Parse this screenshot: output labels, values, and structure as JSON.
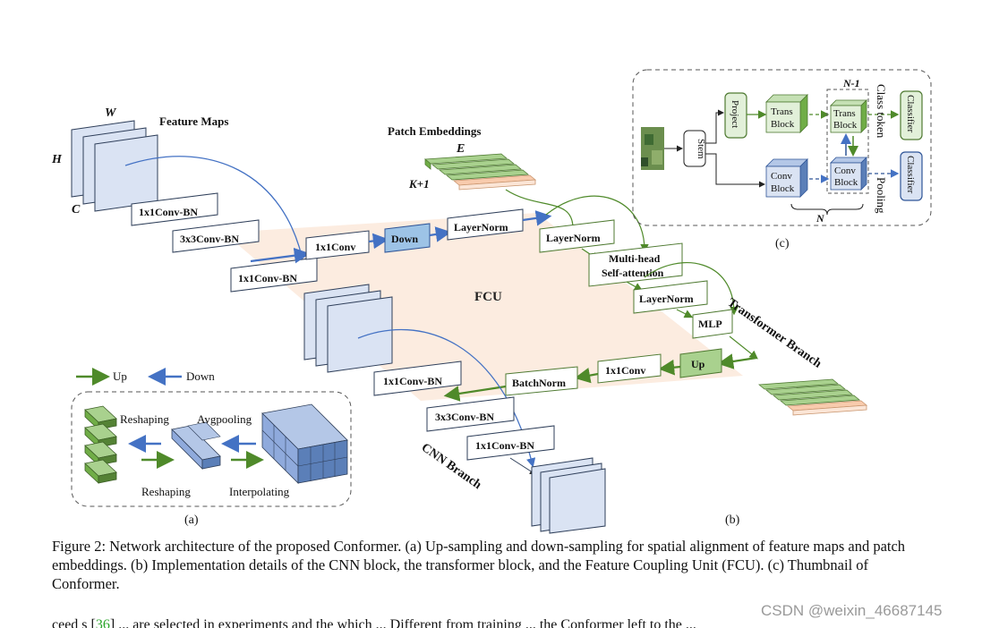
{
  "feature_maps": {
    "title": "Feature Maps",
    "w": "W",
    "h": "H",
    "c": "C"
  },
  "cnn_left": {
    "conv1": "1x1Conv-BN",
    "conv3": "3x3Conv-BN",
    "conv1b": "1x1Conv-BN"
  },
  "fcu_down": {
    "conv": "1x1Conv",
    "down": "Down",
    "norm": "LayerNorm"
  },
  "fcu_label": "FCU",
  "patch": {
    "title": "Patch Embeddings",
    "e": "E",
    "k": "K+1"
  },
  "transformer": {
    "ln1": "LayerNorm",
    "mhsa1": "Multi-head",
    "mhsa2": "Self-attention",
    "ln2": "LayerNorm",
    "mlp": "MLP",
    "branch": "Transformer Branch"
  },
  "fcu_up": {
    "up": "Up",
    "conv": "1x1Conv",
    "norm": "BatchNorm"
  },
  "cnn_right": {
    "conv1": "1x1Conv-BN",
    "conv3": "3x3Conv-BN",
    "conv1b": "1x1Conv-BN",
    "branch": "CNN Branch"
  },
  "legend": {
    "up": "Up",
    "down": "Down"
  },
  "panel_a": {
    "reshaping_top": "Reshaping",
    "avgpooling": "Avgpooling",
    "reshaping_bottom": "Reshaping",
    "interpolating": "Interpolating",
    "label": "(a)"
  },
  "panel_b": {
    "label": "(b)"
  },
  "panel_c": {
    "stem": "Stem",
    "project": "Project",
    "trans1": "Trans",
    "trans2": "Block",
    "trans_b1": "Trans",
    "trans_b2": "Block",
    "conv1": "Conv",
    "conv2": "Block",
    "conv_b1": "Conv",
    "conv_b2": "Block",
    "n1": "N-1",
    "n": "N",
    "class_token": "Class token",
    "pooling": "Pooling",
    "classifier_top": "Classifier",
    "classifier_bottom": "Classifier",
    "label": "(c)"
  },
  "caption": "Figure 2: Network architecture of the proposed Conformer. (a) Up-sampling and down-sampling for spatial alignment of feature maps and patch embeddings. (b) Implementation details of the CNN block, the transformer block, and the Feature Coupling Unit (FCU). (c) Thumbnail of Conformer.",
  "cutline": {
    "before": "ceed s [",
    "ref": "36",
    "after": "] ... are selected in experiments and the which ... Different from training ... the Conformer left to the ..."
  },
  "watermark": "CSDN @weixin_46687145",
  "colors": {
    "blue_arrow": "#4472c4",
    "green_arrow": "#4f8a2a",
    "green_fill": "#a9d18e",
    "blue_fill": "#dae3f3",
    "fcu_plane": "#fbe5d6"
  }
}
